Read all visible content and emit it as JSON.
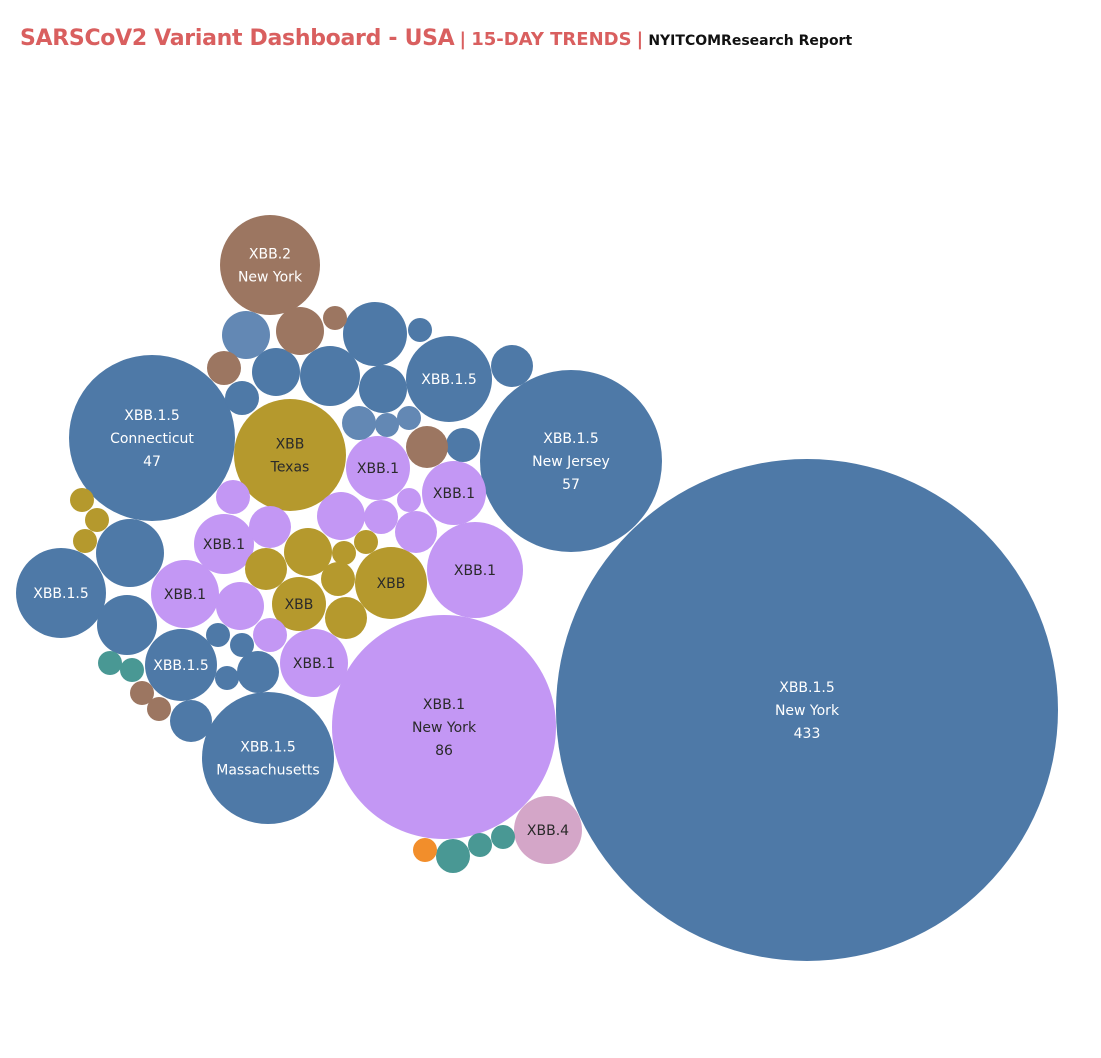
{
  "header": {
    "title": "SARSCoV2 Variant Dashboard - USA",
    "sep1": "|",
    "subtitle": "15-DAY TRENDS",
    "sep2": "|",
    "source": "NYITCOMResearch Report"
  },
  "colors": {
    "XBB.1.5": "#4e79a7",
    "XBB.1.5-light": "#6388b4",
    "XBB.1": "#c397f4",
    "XBB": "#b5992d",
    "XBB.2": "#9c7661",
    "XBB.4": "#d4a6c8",
    "BQ.1": "#499894",
    "orange": "#f28e2b",
    "light-orange": "#ffbe7d",
    "tan": "#d7b5a6"
  },
  "chart_data": {
    "type": "bubble",
    "bubbles": [
      {
        "variant": "XBB.1.5",
        "state": "New York",
        "value": 433,
        "color": "XBB.1.5",
        "labels": [
          "XBB.1.5",
          "New York",
          "433"
        ]
      },
      {
        "variant": "XBB.1",
        "state": "New York",
        "value": 86,
        "color": "XBB.1",
        "labels": [
          "XBB.1",
          "New York",
          "86"
        ]
      },
      {
        "variant": "XBB.1.5",
        "state": "New Jersey",
        "value": 57,
        "color": "XBB.1.5",
        "labels": [
          "XBB.1.5",
          "New Jersey",
          "57"
        ]
      },
      {
        "variant": "XBB.1.5",
        "state": "Connecticut",
        "value": 47,
        "color": "XBB.1.5",
        "labels": [
          "XBB.1.5",
          "Connecticut",
          "47"
        ]
      },
      {
        "variant": "XBB.1.5",
        "state": "Massachusetts",
        "color": "XBB.1.5",
        "labels": [
          "XBB.1.5",
          "Massachusetts"
        ]
      },
      {
        "variant": "XBB",
        "state": "Texas",
        "color": "XBB",
        "labels": [
          "XBB",
          "Texas"
        ]
      },
      {
        "variant": "XBB.2",
        "state": "New York",
        "color": "XBB.2",
        "labels": [
          "XBB.2",
          "New York"
        ]
      },
      {
        "variant": "XBB.1.5",
        "color": "XBB.1.5",
        "labels": [
          "XBB.1.5"
        ]
      },
      {
        "variant": "XBB.1.5",
        "color": "XBB.1.5",
        "labels": [
          "XBB.1.5"
        ]
      },
      {
        "variant": "XBB.1.5",
        "color": "XBB.1.5",
        "labels": [
          "XBB.1.5"
        ]
      },
      {
        "variant": "XBB.1",
        "color": "XBB.1",
        "labels": [
          "XBB.1"
        ]
      },
      {
        "variant": "XBB.1",
        "color": "XBB.1",
        "labels": [
          "XBB.1"
        ]
      },
      {
        "variant": "XBB.1",
        "color": "XBB.1",
        "labels": [
          "XBB.1"
        ]
      },
      {
        "variant": "XBB.1",
        "color": "XBB.1",
        "labels": [
          "XBB.1"
        ]
      },
      {
        "variant": "XBB.1",
        "color": "XBB.1",
        "labels": [
          "XBB.1"
        ]
      },
      {
        "variant": "XBB.1",
        "color": "XBB.1",
        "labels": [
          "XBB.1"
        ]
      },
      {
        "variant": "XBB",
        "color": "XBB",
        "labels": [
          "XBB"
        ]
      },
      {
        "variant": "XBB",
        "color": "XBB",
        "labels": [
          "XBB"
        ]
      },
      {
        "variant": "XBB.4",
        "color": "XBB.4",
        "labels": [
          "XBB.4"
        ]
      },
      {
        "color": "XBB.1.5"
      },
      {
        "color": "XBB.1.5"
      },
      {
        "color": "XBB.1.5"
      },
      {
        "color": "XBB.1.5"
      },
      {
        "color": "XBB.1.5"
      },
      {
        "color": "XBB.1.5"
      },
      {
        "color": "XBB.1.5"
      },
      {
        "color": "XBB.1.5"
      },
      {
        "color": "XBB.1.5"
      },
      {
        "color": "XBB.1.5"
      },
      {
        "color": "XBB.1.5"
      },
      {
        "color": "XBB.1.5"
      },
      {
        "color": "XBB.1.5"
      },
      {
        "color": "XBB.1.5"
      },
      {
        "color": "XBB.1.5"
      },
      {
        "color": "XBB.1.5-light"
      },
      {
        "color": "XBB.1.5-light"
      },
      {
        "color": "XBB.1.5-light"
      },
      {
        "color": "XBB.1.5-light"
      },
      {
        "color": "XBB.2"
      },
      {
        "color": "XBB.2"
      },
      {
        "color": "XBB.2"
      },
      {
        "color": "XBB.2"
      },
      {
        "color": "XBB.2"
      },
      {
        "color": "XBB.2"
      },
      {
        "color": "XBB.1"
      },
      {
        "color": "XBB.1"
      },
      {
        "color": "XBB.1"
      },
      {
        "color": "XBB.1"
      },
      {
        "color": "XBB.1"
      },
      {
        "color": "XBB.1"
      },
      {
        "color": "XBB.1"
      },
      {
        "color": "XBB.1"
      },
      {
        "color": "XBB"
      },
      {
        "color": "XBB"
      },
      {
        "color": "XBB"
      },
      {
        "color": "XBB"
      },
      {
        "color": "XBB"
      },
      {
        "color": "XBB"
      },
      {
        "color": "XBB"
      },
      {
        "color": "XBB"
      },
      {
        "color": "XBB"
      },
      {
        "color": "BQ.1"
      },
      {
        "color": "BQ.1"
      },
      {
        "color": "BQ.1"
      },
      {
        "color": "BQ.1"
      },
      {
        "color": "BQ.1"
      },
      {
        "color": "orange"
      },
      {
        "color": "orange"
      },
      {
        "color": "light-orange"
      },
      {
        "color": "tan"
      }
    ]
  }
}
